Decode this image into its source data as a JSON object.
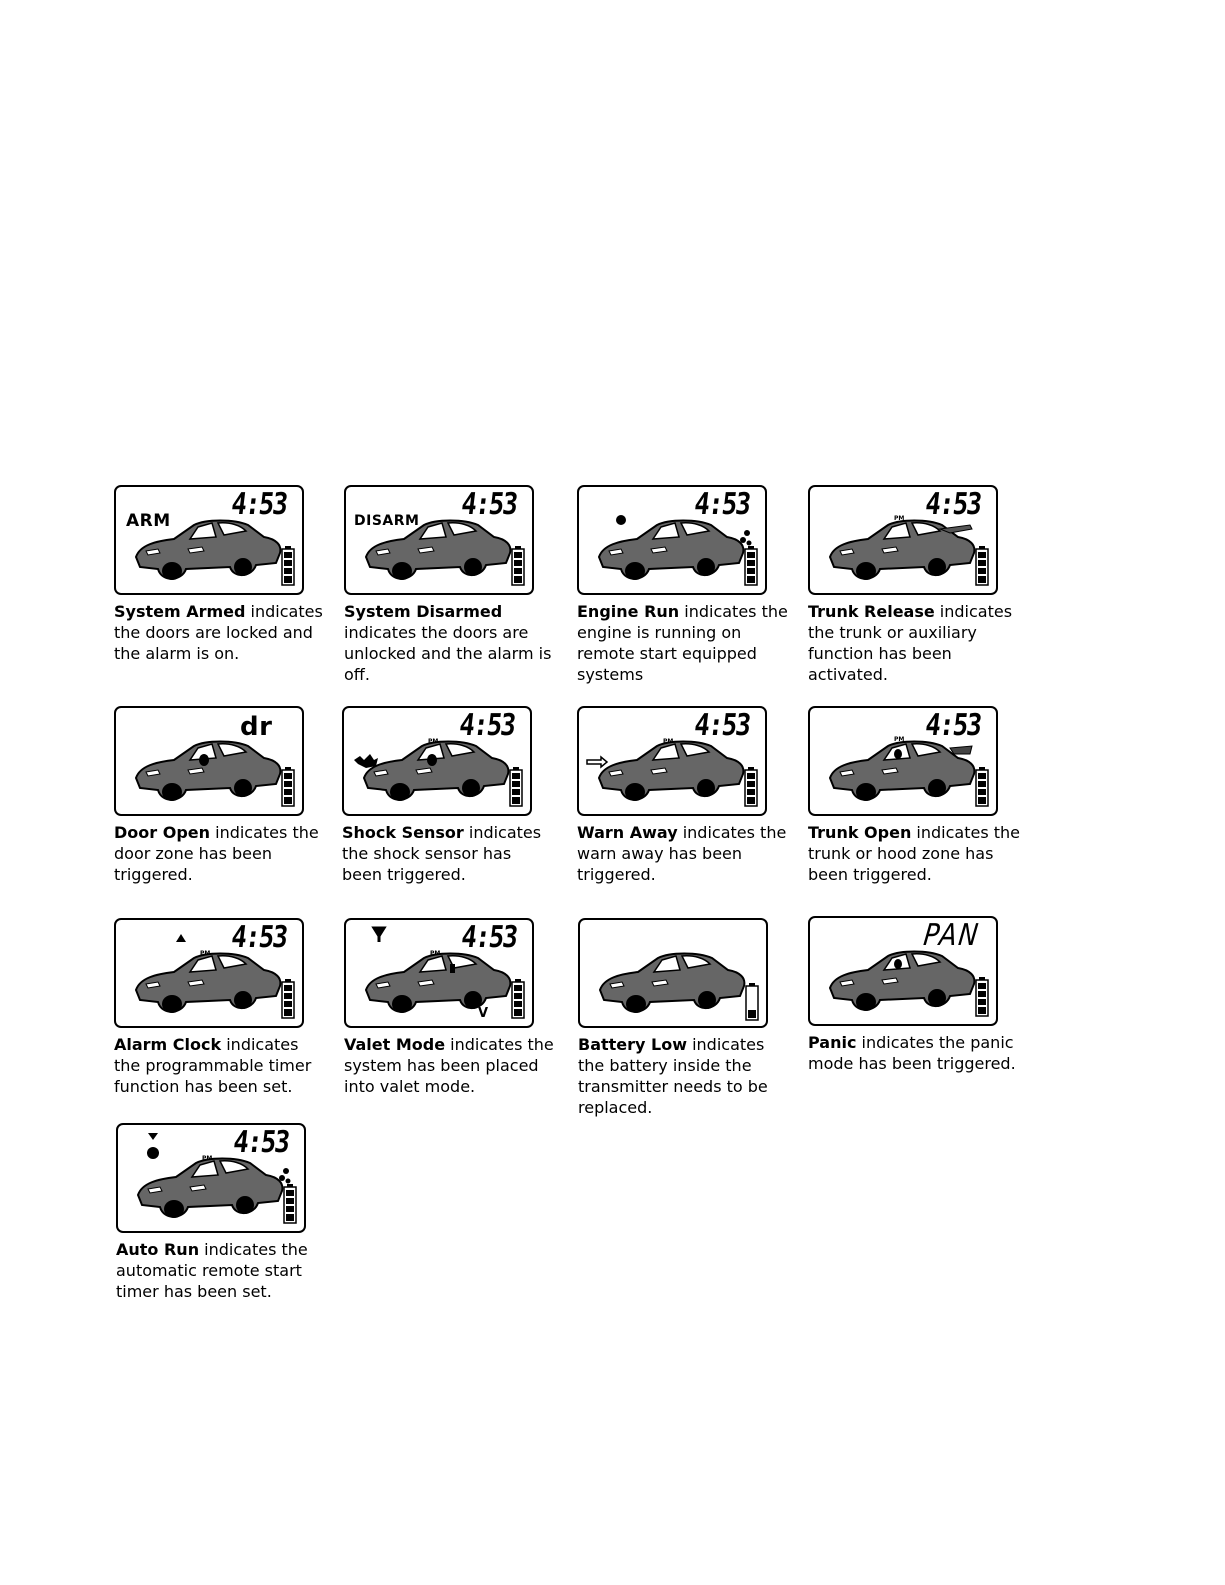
{
  "clock_time": "4:53",
  "pm_label": "PM",
  "items": [
    {
      "title": "System Armed",
      "text": " indicates the doors are locked and the alarm is on.",
      "lcd_label": "ARM"
    },
    {
      "title": "System Disarmed",
      "text": " indicates the doors are unlocked and the alarm is off.",
      "lcd_label": "DISARM"
    },
    {
      "title": "Engine Run",
      "text": " indicates the engine is running on remote start equipped systems"
    },
    {
      "title": "Trunk Release",
      "text": " indicates the trunk or auxiliary function has been activated."
    },
    {
      "title": "Door Open",
      "text": " indicates the door zone has been triggered.",
      "lcd_label": "dr"
    },
    {
      "title": "Shock Sensor",
      "text": " indicates the shock sensor has been triggered."
    },
    {
      "title": "Warn Away",
      "text": " indicates the warn away has been triggered."
    },
    {
      "title": "Trunk Open",
      "text": " indicates the trunk or hood zone has been triggered."
    },
    {
      "title": "Alarm Clock",
      "text": " indicates the programmable timer function has been set."
    },
    {
      "title": "Valet Mode",
      "text": " indicates the system has been placed into valet mode.",
      "lcd_label": "V"
    },
    {
      "title": "Battery Low",
      "text": " indicates the battery inside the transmitter needs to be replaced."
    },
    {
      "title": "Panic",
      "text": " indicates the panic mode has been triggered.",
      "lcd_label": "PAN"
    },
    {
      "title": "Auto Run",
      "text": " indicates the automatic remote start timer has been set."
    }
  ]
}
